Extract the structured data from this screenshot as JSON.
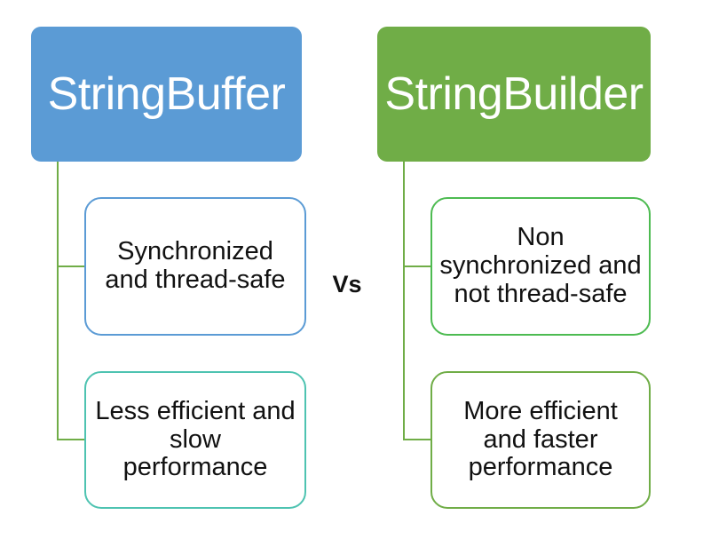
{
  "diagram": {
    "vs_label": "Vs",
    "background_color": "#ffffff",
    "text_color": "#111111",
    "connector_color": "#70AD47",
    "left_branch": {
      "header": {
        "label": "StringBuffer",
        "fill_color": "#5B9BD5",
        "text_color": "#ffffff"
      },
      "children": [
        {
          "text": "Synchronized\nand thread-safe",
          "border_color": "#5B9BD5"
        },
        {
          "text": "Less efficient and\nslow\nperformance",
          "border_color": "#4EC3B1"
        }
      ]
    },
    "right_branch": {
      "header": {
        "label": "StringBuilder",
        "fill_color": "#70AD47",
        "text_color": "#ffffff"
      },
      "children": [
        {
          "text": "Non\nsynchronized and\nnot thread-safe",
          "border_color": "#4DBB51"
        },
        {
          "text": "More efficient\nand faster\nperformance",
          "border_color": "#70AD47"
        }
      ]
    }
  }
}
